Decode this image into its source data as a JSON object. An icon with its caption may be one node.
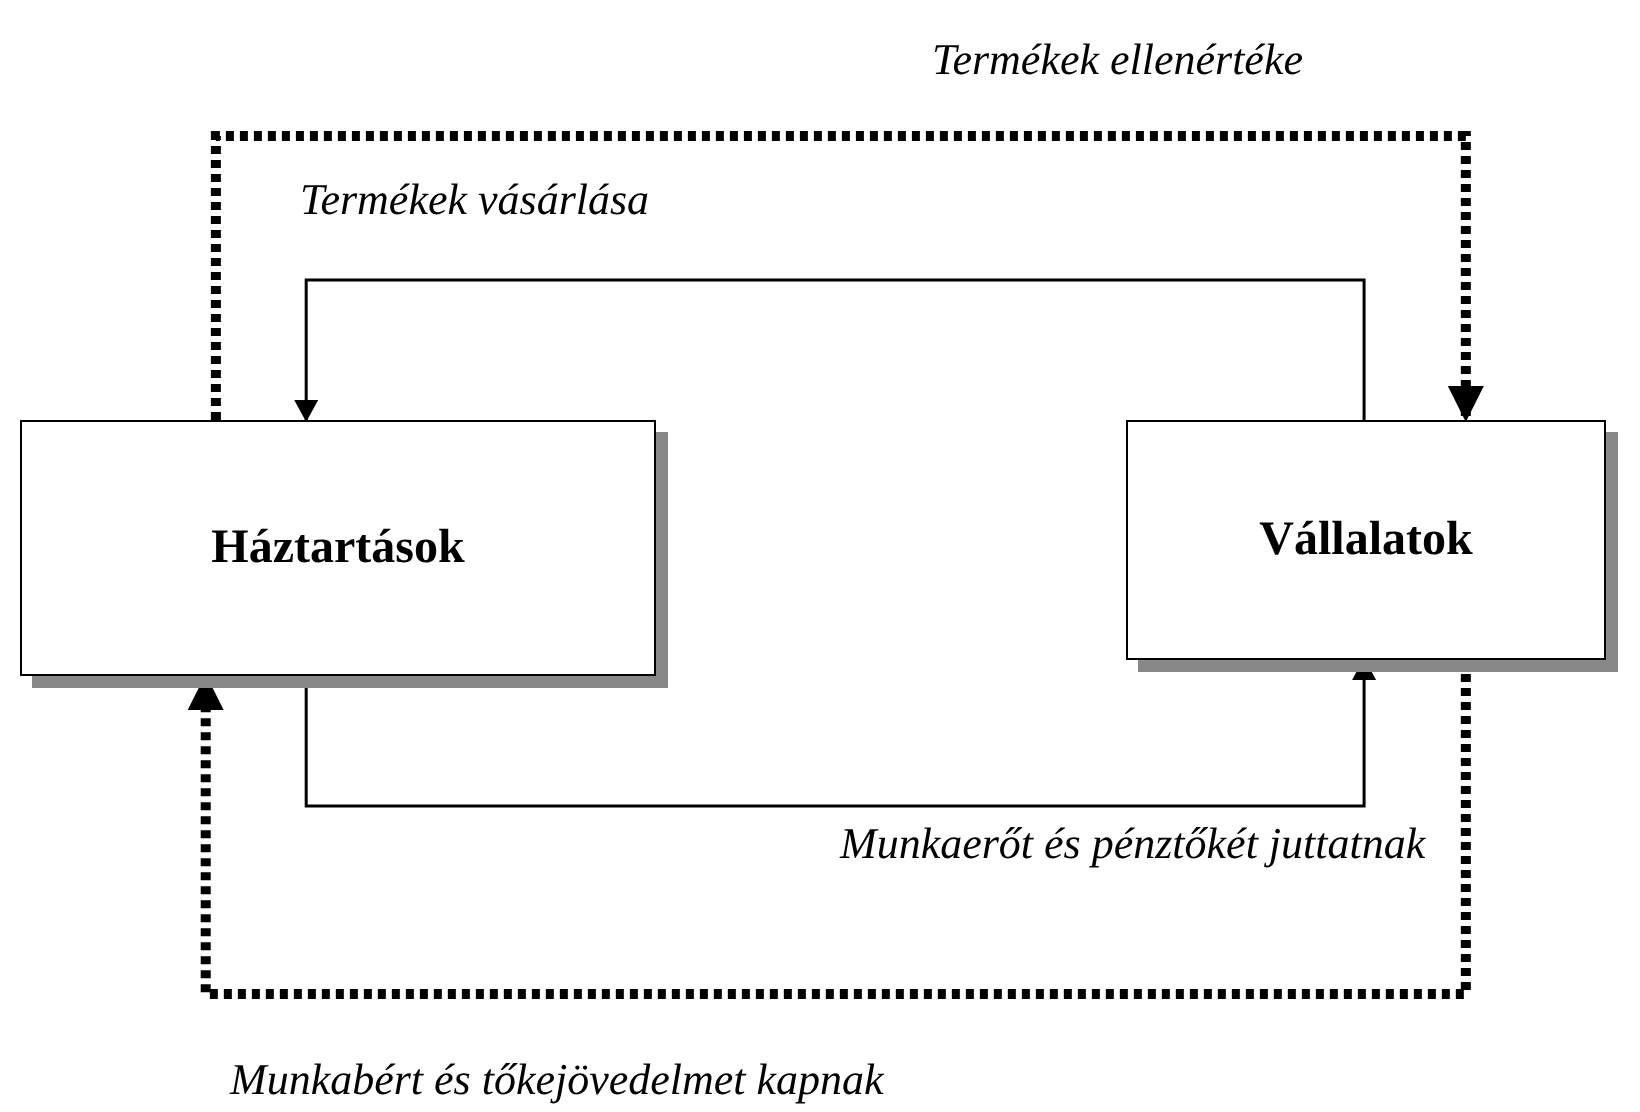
{
  "diagram": {
    "nodes": [
      {
        "text": [
          "Háztartások"
        ]
      },
      {
        "text": [
          "Vállalatok"
        ]
      }
    ],
    "edges": [
      {
        "from": 0,
        "to": 1,
        "arrow": "to",
        "label": "Termékek ellenértéke",
        "style": "dashed"
      },
      {
        "from": 1,
        "to": 0,
        "arrow": "to",
        "label": "Termékek vásárlása"
      },
      {
        "from": 0,
        "to": 1,
        "arrow": "to",
        "label": "Munkaerőt és pénztőkét juttatnak"
      },
      {
        "from": 1,
        "to": 0,
        "arrow": "to",
        "label": "Munkabért és tőkejövedelmet kapnak",
        "style": "dashed"
      }
    ]
  }
}
